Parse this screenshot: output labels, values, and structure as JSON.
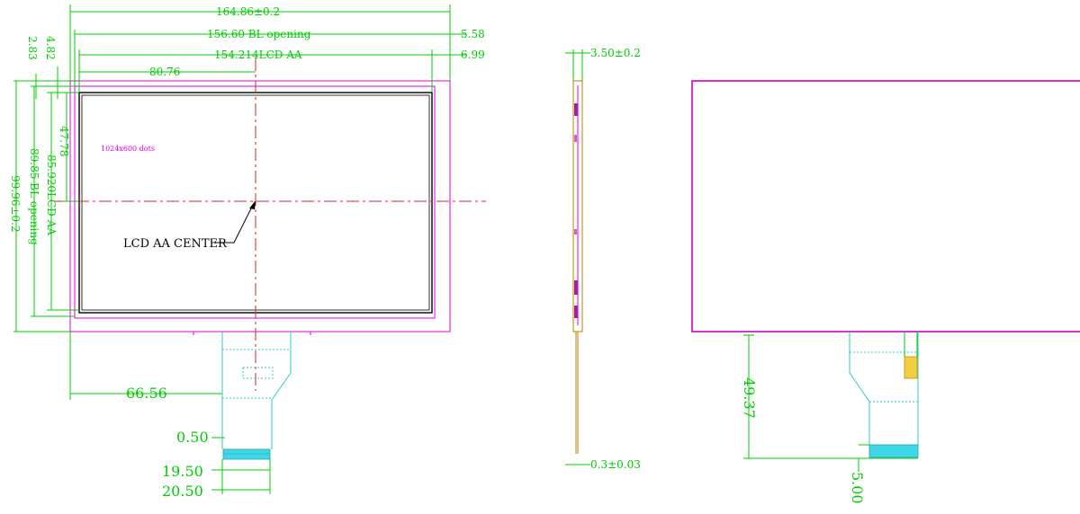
{
  "front_view": {
    "dim_outline_width": "164.86±0.2",
    "dim_bl_opening_width": "156.60 BL opening",
    "dim_lcd_aa_width": "154.214LCD AA",
    "dim_right_offset_1": "5.58",
    "dim_right_offset_2": "6.99",
    "dim_center_x": "80.76",
    "dim_left_4_82": "4.82",
    "dim_left_2_83": "2.83",
    "dim_center_y": "47.78",
    "dim_lcd_aa_height": "85.920LCD AA",
    "dim_bl_opening_height": "89.85 BL opening",
    "dim_outline_height": "99.96±0.2",
    "resolution_note": "1024x600 dots",
    "center_label": "LCD AA CENTER",
    "dim_fpc_offset": "66.56",
    "dim_pitch": "0.50",
    "dim_pin_span": "19.50",
    "dim_fpc_width": "20.50"
  },
  "side_view": {
    "dim_thickness": "3.50±0.2",
    "dim_fpc_thickness": "0.3±0.03"
  },
  "back_view": {
    "dim_fpc_length": "49.37",
    "dim_tail": "5.00"
  },
  "colors": {
    "dimension": "#00cc00",
    "outline": "#e000e0",
    "fpc": "#30c8c8",
    "centerline": "#dd2222",
    "active_area": "#000000"
  }
}
